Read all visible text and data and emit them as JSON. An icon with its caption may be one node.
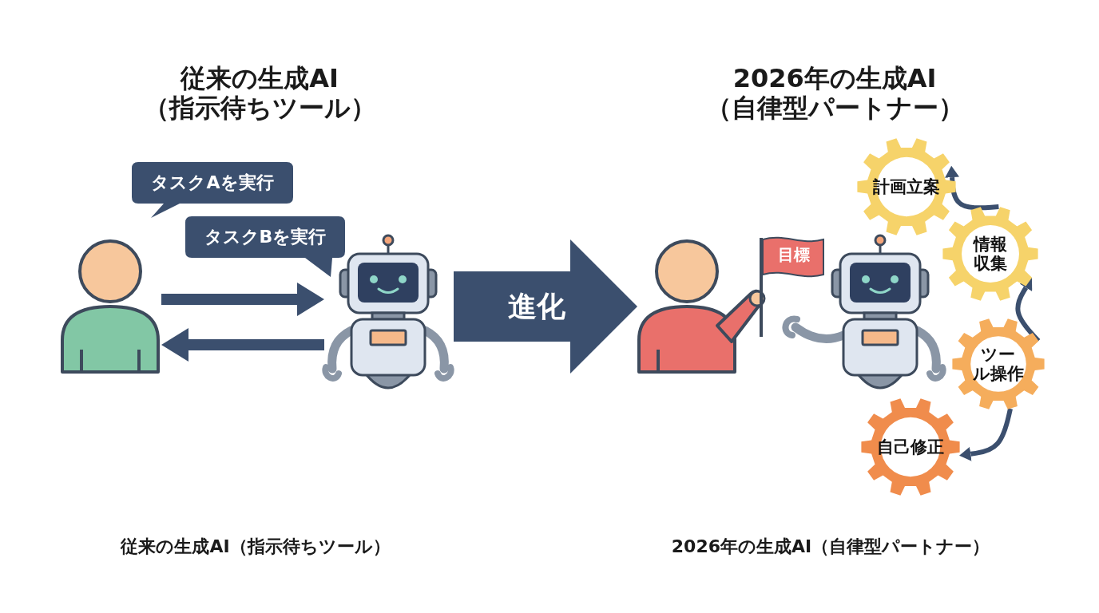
{
  "diagram": {
    "nodes": [
      {
        "text": [],
        "shape": "person"
      },
      {
        "text": [],
        "shape": "picture"
      },
      {
        "text": [
          "タスクAを実行"
        ]
      },
      {
        "text": [
          "タスクBを実行"
        ]
      },
      {
        "text": [],
        "shape": "person"
      },
      {
        "text": [
          "目標"
        ]
      },
      {
        "text": [],
        "shape": "picture"
      },
      {
        "text": [
          "計画立案"
        ]
      },
      {
        "text": [
          "情報収集"
        ]
      },
      {
        "text": [
          "ツール操作"
        ]
      },
      {
        "text": [
          "自己修正"
        ]
      }
    ],
    "edges": [
      {
        "from": 0,
        "to": 1,
        "arrow": "to",
        "style": "thick"
      },
      {
        "from": 1,
        "to": 0,
        "arrow": "to",
        "style": "thick"
      },
      {
        "from": 1,
        "to": 4,
        "arrow": "to",
        "style": "thick",
        "label": "進化"
      },
      {
        "from": 8,
        "to": 7,
        "arrow": "to"
      },
      {
        "from": 9,
        "to": 8,
        "arrow": "to"
      },
      {
        "from": 9,
        "to": 10,
        "arrow": "to"
      }
    ],
    "labels": [
      "従来の生成AI（指示待ちツール）",
      "2026年の生成AI（自律型パートナー）",
      "従来の生成AI（指示待ちツール）",
      "2026年の生成AI（自律型パートナー）"
    ]
  }
}
